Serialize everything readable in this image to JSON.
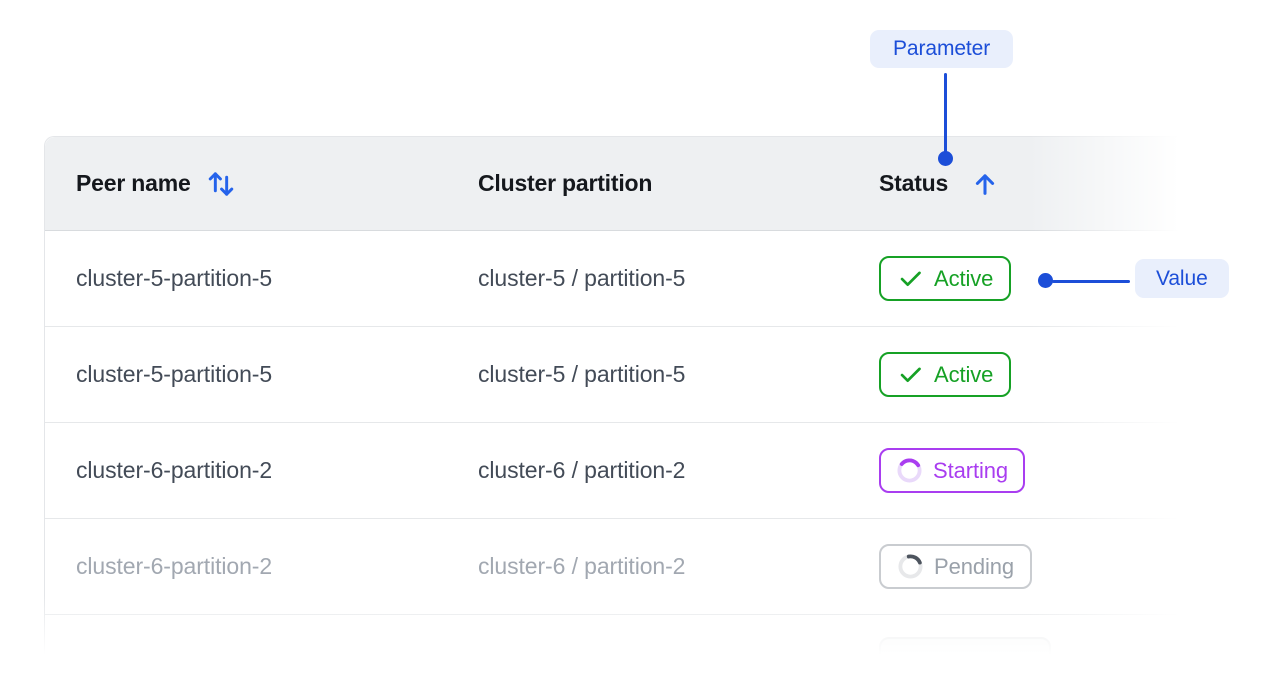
{
  "annotations": {
    "parameter_label": "Parameter",
    "value_label": "Value",
    "accent_color": "#1c4ed8",
    "badge_background": "#e9effc"
  },
  "table": {
    "columns": [
      {
        "label": "Peer name",
        "sort_icon": "sort-both",
        "sort_color": "#2563eb"
      },
      {
        "label": "Cluster partition",
        "sort_icon": null
      },
      {
        "label": "Status",
        "sort_icon": "sort-ascending",
        "sort_color": "#2563eb"
      }
    ],
    "rows": [
      {
        "peer": "cluster-5-partition-5",
        "partition": "cluster-5 / partition-5",
        "status": {
          "label": "Active",
          "state": "active",
          "color": "#16a125",
          "icon": "check"
        }
      },
      {
        "peer": "cluster-5-partition-5",
        "partition": "cluster-5 / partition-5",
        "status": {
          "label": "Active",
          "state": "active",
          "color": "#16a125",
          "icon": "check"
        }
      },
      {
        "peer": "cluster-6-partition-2",
        "partition": "cluster-6 / partition-2",
        "status": {
          "label": "Starting",
          "state": "starting",
          "color": "#a93df0",
          "icon": "spinner"
        }
      },
      {
        "peer": "cluster-6-partition-2",
        "partition": "cluster-6 / partition-2",
        "status": {
          "label": "Pending",
          "state": "pending",
          "color": "#9aa1aa",
          "icon": "spinner"
        }
      }
    ]
  }
}
